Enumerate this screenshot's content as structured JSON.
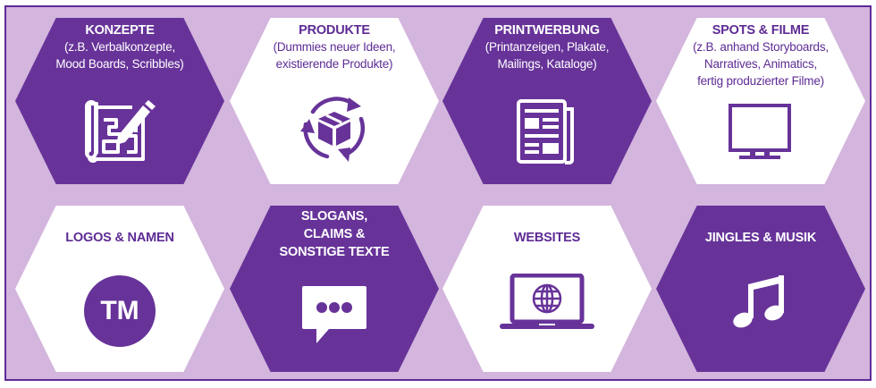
{
  "colors": {
    "dark": "#673399",
    "light": "#ffffff",
    "background": "#d3b5dd",
    "frame": "#5e2b95"
  },
  "tiles": [
    {
      "title": [
        "KONZEPTE"
      ],
      "subtitle": [
        "(z.B. Verbalkonzepte,",
        "Mood Boards, Scribbles)"
      ],
      "icon": "blueprint-pencil-icon",
      "style": "dark"
    },
    {
      "title": [
        "PRODUKTE"
      ],
      "subtitle": [
        "(Dummies neuer Ideen,",
        "existierende Produkte)"
      ],
      "icon": "box-cycle-icon",
      "style": "light"
    },
    {
      "title": [
        "PRINTWERBUNG"
      ],
      "subtitle": [
        "(Printanzeigen, Plakate,",
        "Mailings, Kataloge)"
      ],
      "icon": "newspaper-icon",
      "style": "dark"
    },
    {
      "title": [
        "SPOTS & FILME"
      ],
      "subtitle": [
        "(z.B. anhand Storyboards,",
        "Narratives, Animatics,",
        "fertig produzierter Filme)"
      ],
      "icon": "tv-monitor-icon",
      "style": "light"
    },
    {
      "title": [
        "LOGOS & NAMEN"
      ],
      "subtitle": [],
      "icon": "trademark-icon",
      "icon_text": "TM",
      "style": "light"
    },
    {
      "title": [
        "SLOGANS,",
        "CLAIMS &",
        "SONSTIGE TEXTE"
      ],
      "subtitle": [],
      "icon": "speech-bubble-icon",
      "style": "dark"
    },
    {
      "title": [
        "WEBSITES"
      ],
      "subtitle": [],
      "icon": "laptop-globe-icon",
      "style": "light"
    },
    {
      "title": [
        "JINGLES & MUSIK"
      ],
      "subtitle": [],
      "icon": "music-note-icon",
      "style": "dark"
    }
  ]
}
